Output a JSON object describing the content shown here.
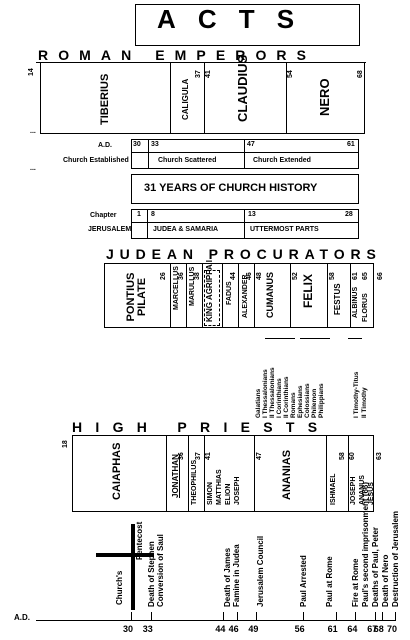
{
  "title": "ACTS",
  "emperors": {
    "heading": "ROMAN EMPERORS",
    "start_year": "14",
    "names": [
      "TIBERIUS",
      "CALIGULA",
      "CLAUDIUS",
      "NERO"
    ],
    "years": [
      "37",
      "41",
      "54",
      "68"
    ]
  },
  "church": {
    "ad_label": "A.D.",
    "years": [
      "30",
      "33",
      "47",
      "61"
    ],
    "periods": [
      "Church Established",
      "Church Scattered",
      "Church Extended"
    ]
  },
  "history_label": "31 YEARS OF CHURCH HISTORY",
  "chapters": {
    "label": "Chapter",
    "numbers": [
      "1",
      "8",
      "13",
      "28"
    ],
    "places": [
      "JERUSALEM",
      "JUDEA & SAMARIA",
      "UTTERMOST PARTS"
    ]
  },
  "procurators": {
    "heading": "JUDEAN PROCURATORS",
    "names": [
      "PONTIUS PILATE",
      "MARCELLUS",
      "MARULLUS",
      "KING AGRIPPA I",
      "FADUS",
      "ALEXANDER",
      "CUMANUS",
      "FELIX",
      "FESTUS",
      "ALBINUS",
      "FLORUS"
    ],
    "years": [
      "26",
      "36",
      "38",
      "44",
      "46",
      "48",
      "52",
      "58",
      "61",
      "65",
      "66"
    ]
  },
  "epistles": {
    "group1": [
      "Galatians",
      "I Thessalonians",
      "II Thessalonians",
      "I Corinthians",
      "II Corinthians",
      "Romans",
      "Ephesians",
      "Colossians",
      "Philemon",
      "Philippians"
    ],
    "group2": [
      "I Timothy-Titus",
      "II Timothy"
    ]
  },
  "priests": {
    "heading": "HIGH PRIESTS",
    "start_year": "18",
    "names": [
      "CAIAPHAS",
      "JONATHAN",
      "THEOPHILUS",
      "SIMON",
      "MATTHIAS",
      "ELION",
      "JOSEPH",
      "ANANIAS",
      "ISHMAEL",
      "JOSEPH",
      "ANANUS",
      "JESUS"
    ],
    "years": [
      "36",
      "37",
      "41",
      "47",
      "58",
      "60",
      "63"
    ]
  },
  "events": {
    "church_birth": "Church's",
    "pentecost": "Pentecost",
    "items": [
      "Death of Stephen",
      "Conversion of Saul",
      "Death of James",
      "Famine in Judea",
      "Jerusalem Council",
      "Paul Arrested",
      "Paul at Rome",
      "Fire at Rome",
      "Paul's second imprisonment (66)",
      "Deaths of Paul, Peter",
      "Death of Nero",
      "Destruction of Jerusalem"
    ]
  },
  "timeline": {
    "ad_label": "A.D.",
    "years": [
      "30",
      "33",
      "44",
      "46",
      "49",
      "56",
      "61",
      "64",
      "67",
      "68",
      "70"
    ]
  }
}
